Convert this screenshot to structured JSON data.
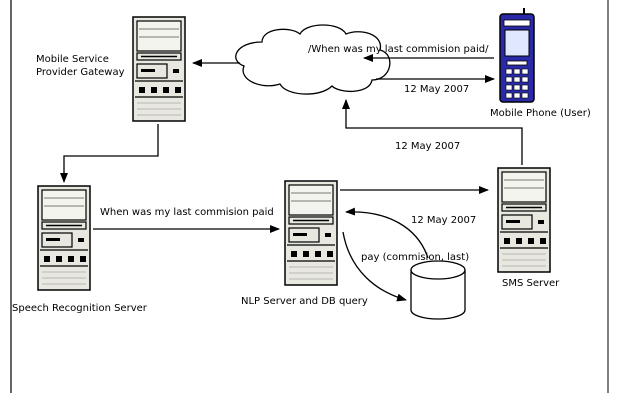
{
  "nodes": {
    "gateway": {
      "label_line1": "Mobile Service",
      "label_line2": "Provider Gateway"
    },
    "phone": {
      "label": "Mobile Phone (User)"
    },
    "speech": {
      "label": "Speech Recognition Server"
    },
    "nlp": {
      "label": "NLP Server and DB query"
    },
    "sms": {
      "label": "SMS Server"
    }
  },
  "messages": {
    "query_to_cloud": "/When was my last commision paid/",
    "reply_to_phone": "12 May 2007",
    "sms_to_cloud": "12 May 2007",
    "speech_to_nlp": "When was my last commision paid",
    "db_result": "12 May 2007",
    "db_query": "pay (commision, last)"
  },
  "colors": {
    "line": "#000000",
    "server_fill": "#e8e8e0",
    "phone_fill": "#2a2aa8"
  }
}
